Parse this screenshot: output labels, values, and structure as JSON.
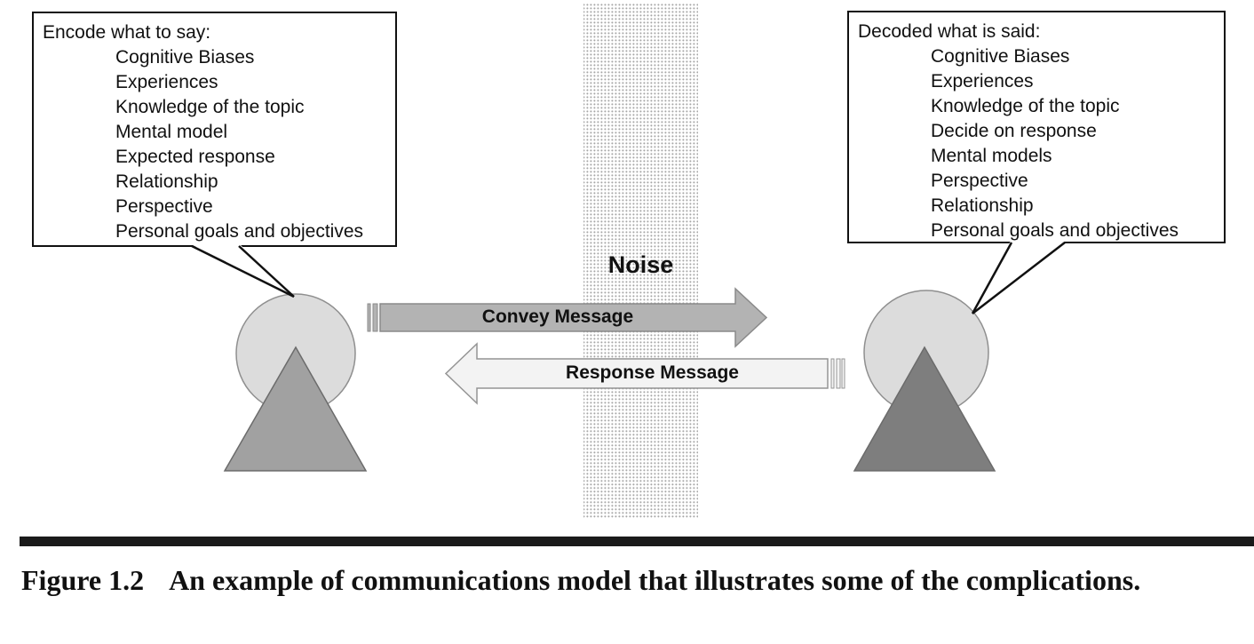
{
  "figure": {
    "encode_box": {
      "title": "Encode what to say:",
      "items": [
        "Cognitive Biases",
        "Experiences",
        "Knowledge of the topic",
        "Mental model",
        "Expected response",
        "Relationship",
        "Perspective",
        "Personal goals and objectives"
      ]
    },
    "decode_box": {
      "title": "Decoded what is said:",
      "items": [
        "Cognitive Biases",
        "Experiences",
        "Knowledge of the topic",
        "Decide on response",
        "Mental models",
        "Perspective",
        "Relationship",
        "Personal goals and objectives"
      ]
    },
    "noise_label": "Noise",
    "convey_arrow_label": "Convey Message",
    "response_arrow_label": "Response Message",
    "colors": {
      "noise_dot": "#a6a6a6",
      "head_fill": "#dcdcdc",
      "head_stroke": "#8f8f8f",
      "sender_body_fill": "#a1a1a1",
      "receiver_body_fill": "#7e7e7e",
      "body_stroke": "#6b6b6b",
      "convey_arrow_fill": "#b3b3b3",
      "convey_arrow_stroke": "#8a8a8a",
      "response_arrow_fill": "#f3f3f3",
      "response_arrow_stroke": "#949494"
    }
  },
  "caption": {
    "label": "Figure 1.2",
    "text": "An example of communications model that illustrates some of the complications."
  }
}
